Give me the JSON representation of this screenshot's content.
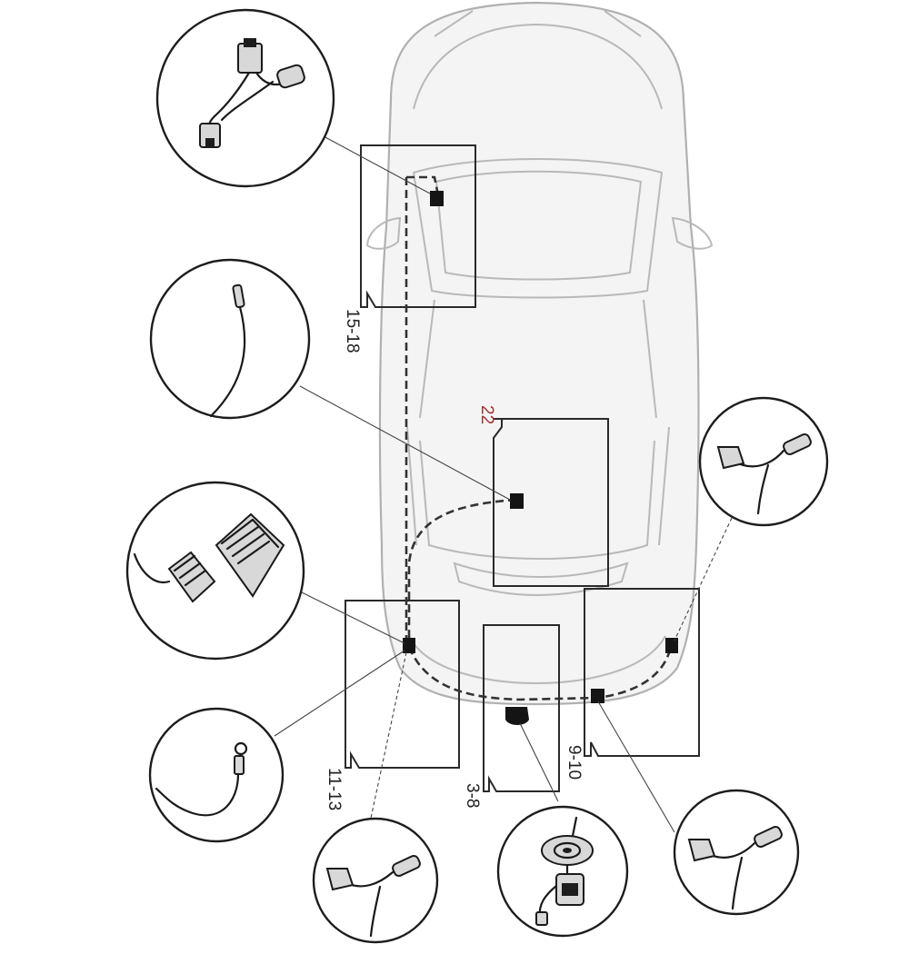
{
  "diagram": {
    "labels": {
      "sec_15_18": "15-18",
      "sec_22": "22",
      "sec_11_13": "11-13",
      "sec_3_8": "3-8",
      "sec_9_10": "9-10"
    },
    "icons": [
      "connector-harness-icon",
      "sensor-wire-icon",
      "control-module-icon",
      "ring-terminal-icon",
      "lamp-plug-icon",
      "socket-icon"
    ],
    "colors": {
      "line": "#1d1d1d",
      "car_outline": "#b9b9b9",
      "callout_red": "#a33030"
    }
  }
}
